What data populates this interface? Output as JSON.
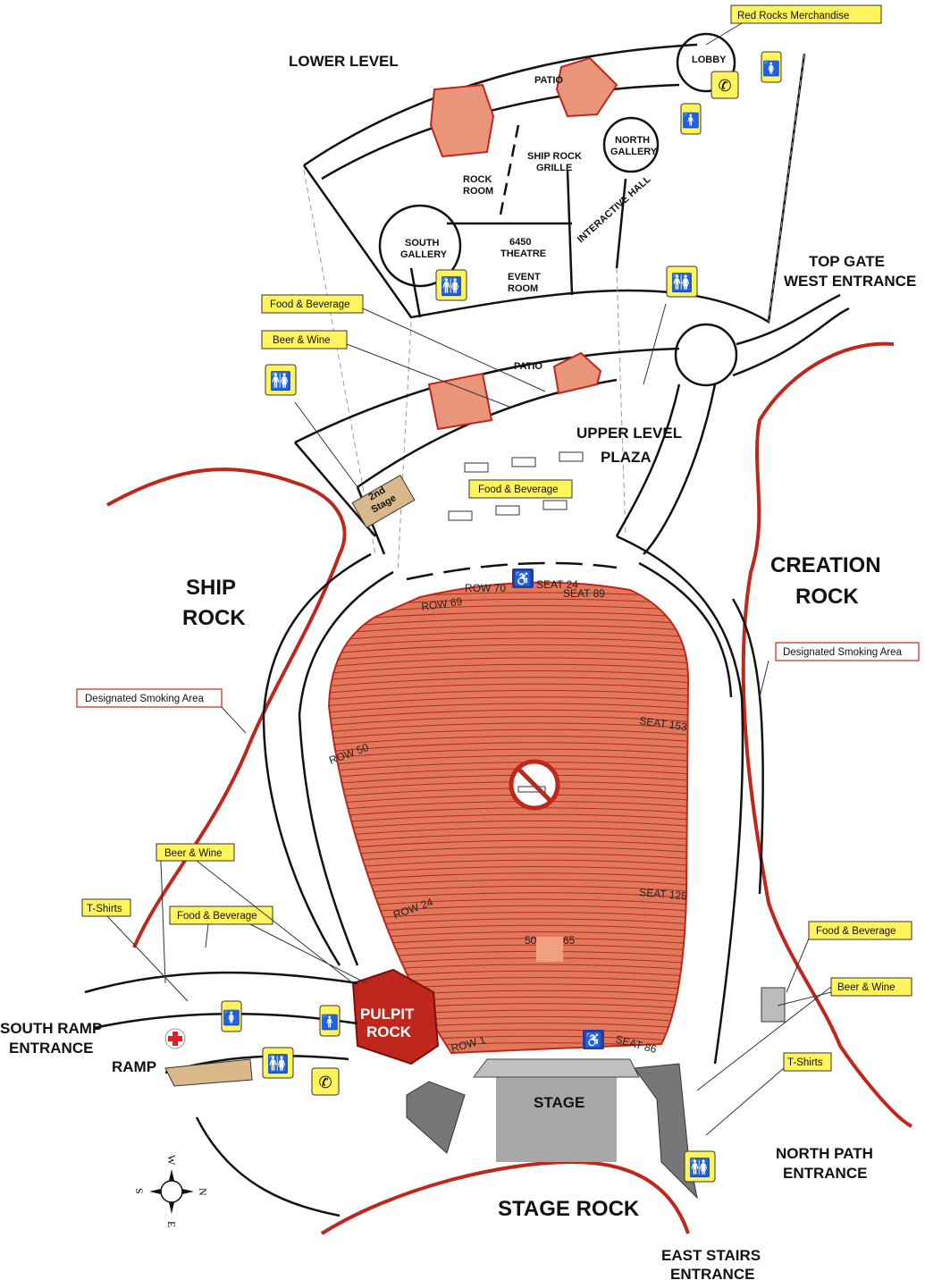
{
  "areas": {
    "lower_level": "LOWER LEVEL",
    "patio_lower": "PATIO",
    "lobby": "LOBBY",
    "rock_room": [
      "ROCK",
      "ROOM"
    ],
    "ship_rock_grille": [
      "SHIP ROCK",
      "GRILLE"
    ],
    "north_gallery": [
      "NORTH",
      "GALLERY"
    ],
    "south_gallery": [
      "SOUTH",
      "GALLERY"
    ],
    "theatre": [
      "6450",
      "THEATRE"
    ],
    "event_room": [
      "EVENT",
      "ROOM"
    ],
    "interactive_hall": "INTERACTIVE HALL",
    "top_gate": [
      "TOP GATE",
      "WEST ENTRANCE"
    ],
    "patio_upper": "PATIO",
    "upper_plaza": [
      "UPPER LEVEL",
      "PLAZA"
    ],
    "second_stage": [
      "2nd",
      "Stage"
    ],
    "ship_rock": [
      "SHIP",
      "ROCK"
    ],
    "creation_rock": [
      "CREATION",
      "ROCK"
    ],
    "pulpit_rock": [
      "PULPIT",
      "ROCK"
    ],
    "stage": "STAGE",
    "stage_rock": "STAGE ROCK",
    "south_ramp": [
      "SOUTH RAMP",
      "ENTRANCE"
    ],
    "ramp": "RAMP",
    "north_path": [
      "NORTH PATH",
      "ENTRANCE"
    ],
    "east_stairs": [
      "EAST STAIRS",
      "ENTRANCE"
    ]
  },
  "seating": {
    "row_70": "ROW 70",
    "seat_24": "SEAT 24",
    "row_69": "ROW 69",
    "seat_89": "SEAT 89",
    "seat_153": "SEAT 153",
    "row_50": "ROW 50",
    "seat_125": "SEAT 125",
    "row_24": "ROW 24",
    "row_1": "ROW 1",
    "seat_86": "SEAT 86",
    "box_50": "50",
    "box_65": "65"
  },
  "callouts": {
    "merch": "Red Rocks Merchandise",
    "fb_upper_left": "Food & Beverage",
    "bw_upper_left": "Beer & Wine",
    "fb_plaza": "Food & Beverage",
    "smoking_right": "Designated Smoking Area",
    "smoking_left": "Designated Smoking Area",
    "bw_left": "Beer & Wine",
    "tshirts_left": "T-Shirts",
    "fb_left": "Food & Beverage",
    "fb_right": "Food & Beverage",
    "bw_right": "Beer & Wine",
    "tshirts_right": "T-Shirts"
  },
  "compass": {
    "n": "N",
    "s": "S",
    "e": "E",
    "w": "W"
  },
  "colors": {
    "rock_line": "#c0271c",
    "seating": "#e0795c",
    "callout": "#fff45c",
    "stage": "#a8a8a8",
    "tan": "#d9b98a"
  }
}
